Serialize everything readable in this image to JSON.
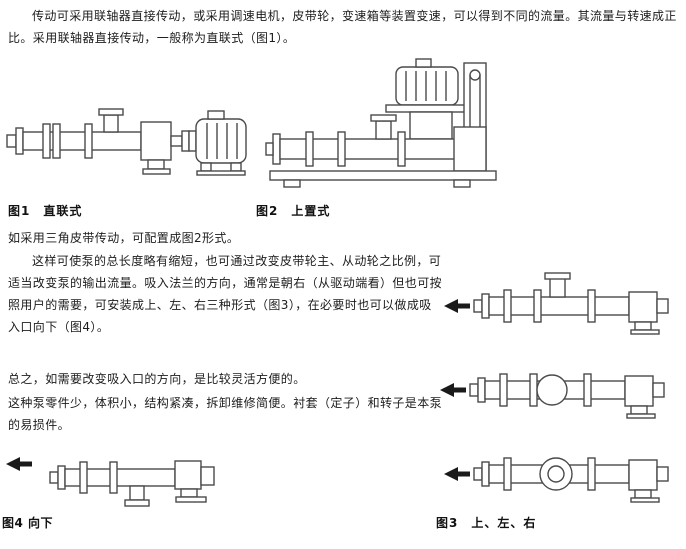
{
  "colors": {
    "background": "#ffffff",
    "ink": "#1c1c1c",
    "drawing_line": "#4a4a4a",
    "arrow": "#1a1a1a"
  },
  "intro": {
    "text": "传动可采用联轴器直接传动，或采用调速电机，皮带轮，变速箱等装置变速，可以得到不同的流量。其流量与转速成正比。采用联轴器直接传动，一般称为直联式（图1）。"
  },
  "body": {
    "para_belt": "如采用三角皮带传动，可配置成图2形式。",
    "para_main": "这样可使泵的总长度略有缩短，也可通过改变皮带轮主、从动轮之比例，可适当改变泵的输出流量。吸入法兰的方向，通常是朝右（从驱动端看）但也可按照用户的需要，可安装成上、左、右三种形式（图3），在必要时也可以做成吸入口向下（图4）。",
    "para_summary": "总之，如需要改变吸入口的方向，是比较灵活方便的。",
    "para_parts": "这种泵零件少，体积小，结构紧凑，拆卸维修简便。衬套（定子）和转子是本泵的易损件。"
  },
  "figures": {
    "fig1": {
      "caption": "图1　直联式"
    },
    "fig2": {
      "caption": "图2　上置式"
    },
    "fig3": {
      "caption": "图3　上、左、右"
    },
    "fig4": {
      "caption": "图4 向下"
    }
  }
}
